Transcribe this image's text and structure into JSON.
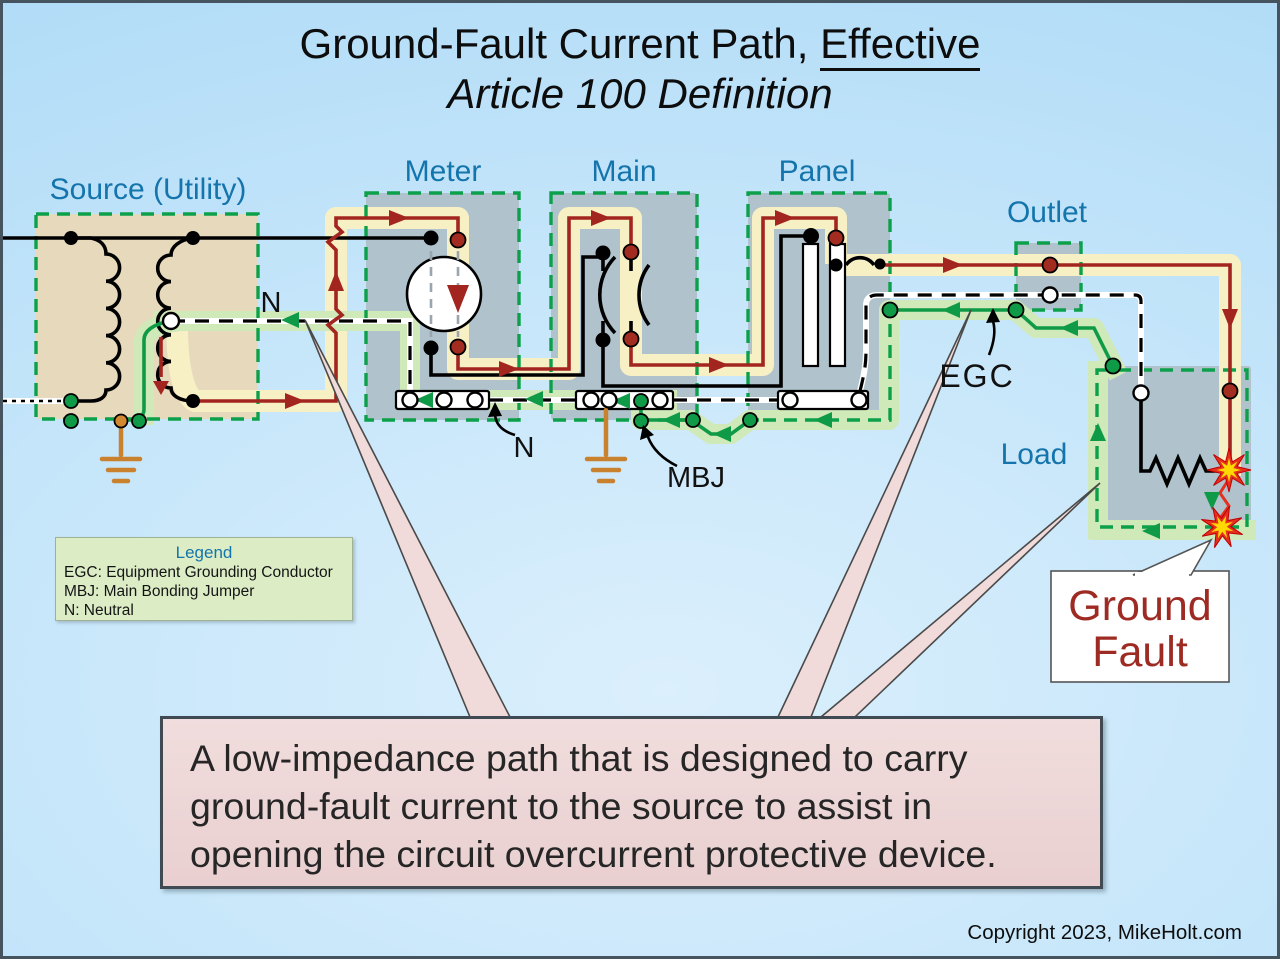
{
  "title": {
    "line1_prefix": "Ground-Fault Current Path, ",
    "line1_underlined": "Effective",
    "line2": "Article 100 Definition"
  },
  "sections": {
    "source": "Source (Utility)",
    "meter": "Meter",
    "main": "Main",
    "panel": "Panel",
    "outlet": "Outlet",
    "load": "Load"
  },
  "labels": {
    "neutral_source": "N",
    "neutral_bus": "N",
    "egc": "EGC",
    "mbj": "MBJ"
  },
  "ground_fault": {
    "line1": "Ground",
    "line2": "Fault"
  },
  "legend": {
    "title": "Legend",
    "items": [
      "EGC: Equipment Grounding Conductor",
      "MBJ: Main Bonding Jumper",
      "N: Neutral"
    ]
  },
  "definition": {
    "line1": "A low-impedance path that is designed to carry",
    "line2": "ground-fault current to the source to assist in",
    "line3": "opening the circuit overcurrent protective device."
  },
  "footer": {
    "copyright": "Copyright 2023, MikeHolt.com"
  },
  "colors": {
    "section_label_blue": "#1474ac",
    "fault_path_yellow": "#f7f0c5",
    "fault_current_red": "#a3251f",
    "egc_green": "#0f9a47",
    "egc_band_green": "#cfe9b8",
    "enclosure_gray": "#b0c2cc",
    "source_box_tan": "#e7dabc",
    "ground_orange": "#c9812d",
    "ground_fault_red": "#9e2b23",
    "definition_box_pink": "#eed6d6",
    "legend_bg": "#dcedc6",
    "background_blue": "#bfe3f8"
  }
}
